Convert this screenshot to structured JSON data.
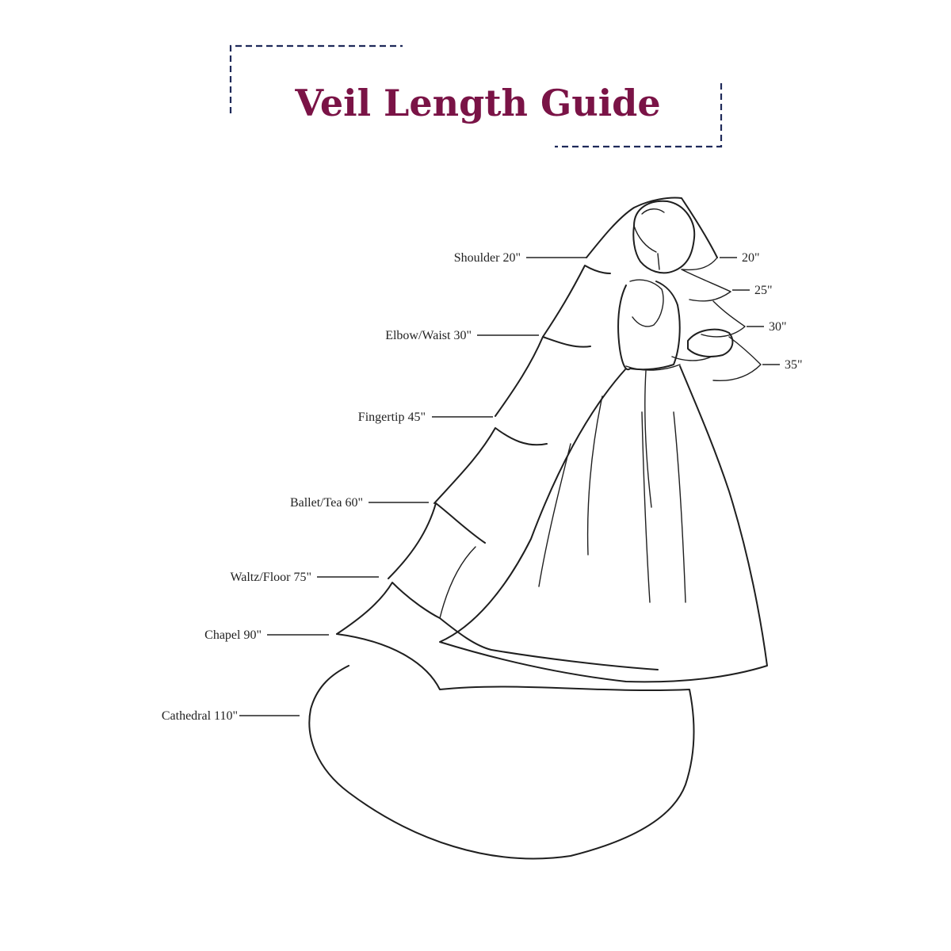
{
  "title": "Veil Length Guide",
  "colors": {
    "title": "#7a1346",
    "frame": "#1f2a5a",
    "ink": "#1f1f1f"
  },
  "left_labels": {
    "shoulder": "Shoulder 20\"",
    "elbow": "Elbow/Waist 30\"",
    "fingertip": "Fingertip 45\"",
    "ballet": "Ballet/Tea 60\"",
    "waltz": "Waltz/Floor 75\"",
    "chapel": "Chapel 90\"",
    "cathedral": "Cathedral 110\""
  },
  "right_labels": {
    "r20": "20\"",
    "r25": "25\"",
    "r30": "30\"",
    "r35": "35\""
  }
}
